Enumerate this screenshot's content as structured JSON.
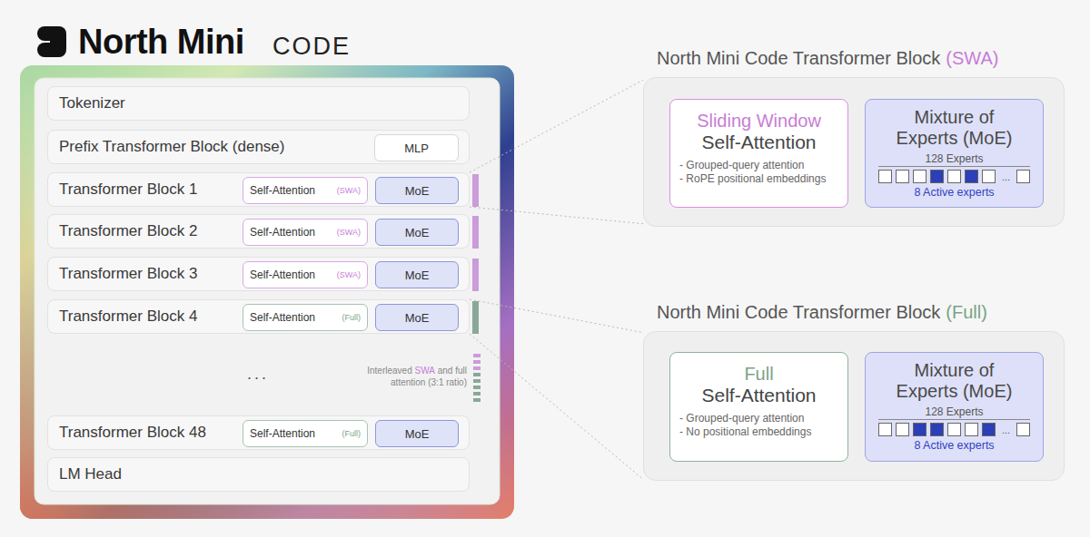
{
  "diagram": {
    "title": "North Mini",
    "nodes": [
      {
        "text": [
          "Tokenizer"
        ]
      },
      {
        "text": [
          "Prefix Transformer Block (dense)"
        ]
      },
      {
        "text": [
          "MLP"
        ],
        "in": 1
      },
      {
        "text": [
          "Transformer Block 1"
        ]
      },
      {
        "text": [
          "Self-Attention",
          "(SWA)"
        ],
        "in": 3
      },
      {
        "text": [
          "MoE"
        ],
        "in": 3
      },
      {
        "text": [
          "Transformer Block 2"
        ]
      },
      {
        "text": [
          "Self-Attention",
          "(SWA)"
        ],
        "in": 6
      },
      {
        "text": [
          "MoE"
        ],
        "in": 6
      },
      {
        "text": [
          "Transformer Block 3"
        ]
      },
      {
        "text": [
          "Self-Attention",
          "(SWA)"
        ],
        "in": 9
      },
      {
        "text": [
          "MoE"
        ],
        "in": 9
      },
      {
        "text": [
          "Transformer Block 4"
        ]
      },
      {
        "text": [
          "Self-Attention",
          "(Full)"
        ],
        "in": 12
      },
      {
        "text": [
          "MoE"
        ],
        "in": 12
      },
      {
        "text": [
          "Transformer Block 48"
        ]
      },
      {
        "text": [
          "Self-Attention",
          "(Full)"
        ],
        "in": 15
      },
      {
        "text": [
          "MoE"
        ],
        "in": 15
      },
      {
        "text": [
          "LM Head"
        ]
      },
      {
        "text": [
          "North Mini Code Transformer Block",
          "(SWA)"
        ]
      },
      {
        "text": [
          "Sliding Window",
          "Self-Attention",
          "- Grouped-query attention",
          "- RoPE positional embeddings"
        ],
        "in": 19
      },
      {
        "text": [
          "Mixture of Experts (MoE)",
          "128 Experts",
          "...",
          "8 Active experts"
        ],
        "in": 19
      },
      {
        "text": [
          "North Mini Code Transformer Block",
          "(Full)"
        ]
      },
      {
        "text": [
          "Full",
          "Self-Attention",
          "- Grouped-query attention",
          "- No positional embeddings"
        ],
        "in": 22
      },
      {
        "text": [
          "Mixture of Experts (MoE)",
          "128 Experts",
          "...",
          "8 Active experts"
        ],
        "in": 22
      }
    ],
    "edges": [
      {
        "from": 3,
        "to": 19,
        "arrow": "none"
      },
      {
        "from": 3,
        "to": 19,
        "arrow": "none"
      },
      {
        "from": 12,
        "to": 22,
        "arrow": "none"
      },
      {
        "from": 12,
        "to": 22,
        "arrow": "none"
      }
    ],
    "labels": [
      "CODE",
      "...",
      "Interleaved",
      "SWA",
      "and full attention (3:1 ratio)"
    ]
  }
}
